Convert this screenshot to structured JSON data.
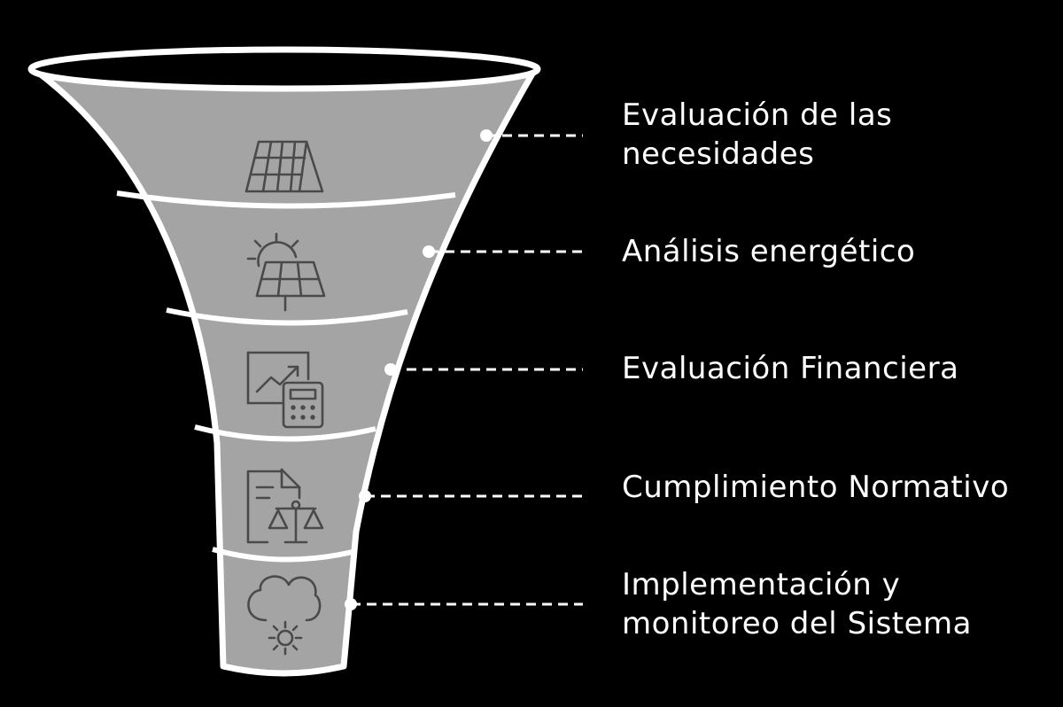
{
  "colors": {
    "background": "#000000",
    "funnel_fill": "#a4a4a4",
    "funnel_outline": "#ffffff",
    "icon_stroke": "#4a4a4a",
    "connector": "#ffffff",
    "label_text": "#ffffff"
  },
  "stages": [
    {
      "label_lines": [
        "Evaluación de las",
        "necesidades"
      ],
      "icon": "solar-panel-icon"
    },
    {
      "label_lines": [
        "Análisis energético"
      ],
      "icon": "sun-solar-panel-icon"
    },
    {
      "label_lines": [
        "Evaluación Financiera"
      ],
      "icon": "chart-calculator-icon"
    },
    {
      "label_lines": [
        "Cumplimiento Normativo"
      ],
      "icon": "document-scale-icon"
    },
    {
      "label_lines": [
        "Implementación y",
        "monitoreo del Sistema"
      ],
      "icon": "cloud-gear-icon"
    }
  ]
}
